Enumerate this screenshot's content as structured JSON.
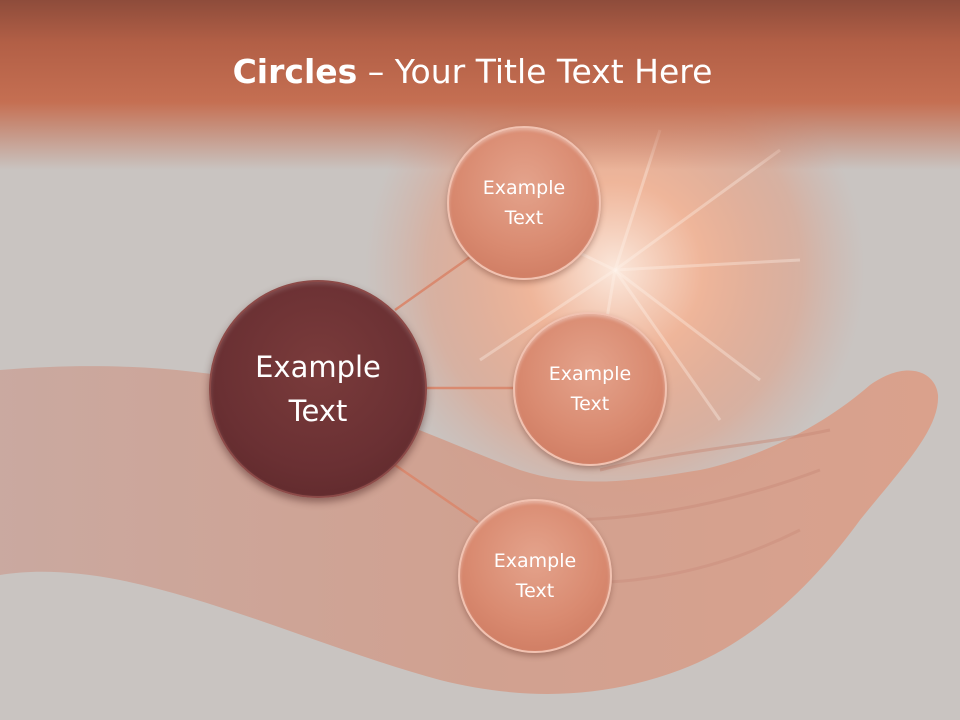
{
  "slide": {
    "title_bold": "Circles",
    "title_rest": " – Your Title Text Here"
  },
  "diagram": {
    "center": {
      "label_line1": "Example",
      "label_line2": "Text"
    },
    "nodes": [
      {
        "label_line1": "Example",
        "label_line2": "Text"
      },
      {
        "label_line1": "Example",
        "label_line2": "Text"
      },
      {
        "label_line1": "Example",
        "label_line2": "Text"
      }
    ]
  },
  "colors": {
    "title_band": "#c56f52",
    "center_circle": "#6a3033",
    "node_circle": "#d98a70",
    "connector": "#d98a70"
  }
}
